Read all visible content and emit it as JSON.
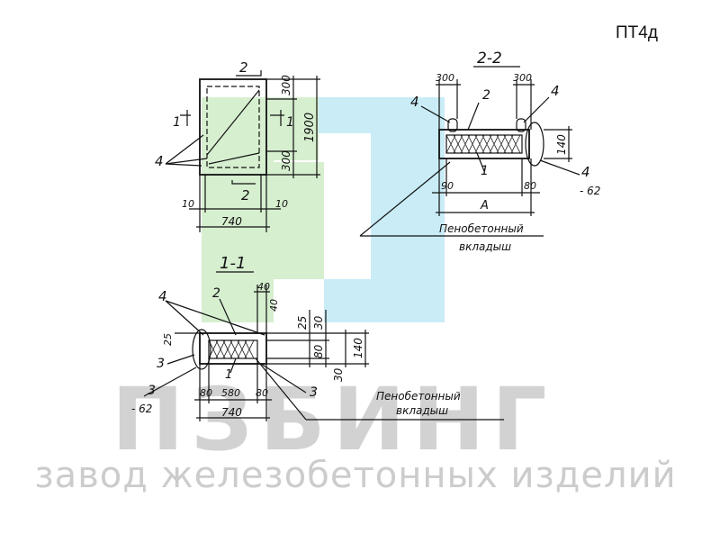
{
  "drawing": {
    "code": "ПТ4д",
    "watermark": {
      "brand": "ПЗБИНГ",
      "subtitle": "завод железобетонных изделий",
      "colors": {
        "green": "#d6efcf",
        "blue": "#c9ecf7",
        "text": "#d2d2d2"
      }
    },
    "plan": {
      "section_marks": [
        "2",
        "2",
        "1",
        "1"
      ],
      "dims": {
        "top_right": "300",
        "bottom_right": "300",
        "height": "1900",
        "left_edge": "10",
        "right_edge": "10",
        "width": "740"
      },
      "leader": "4"
    },
    "section_2_2": {
      "title": "2-2",
      "dims": {
        "left_top": "300",
        "right_top": "300",
        "height": "140",
        "left_bottom": "90",
        "right_bottom": "80",
        "length": "А",
        "hook": "- 62"
      },
      "leaders": [
        "4",
        "2",
        "4",
        "1",
        "4"
      ],
      "insert_label": [
        "Пенобетонный",
        "вкладыш"
      ]
    },
    "section_1_1": {
      "title": "1-1",
      "dims": {
        "top_a": "40",
        "top_b": "40",
        "left": "25",
        "right_a": "25",
        "right_b": "30",
        "right_c": "80",
        "right_d": "30",
        "total": "140",
        "bottom_a": "80",
        "bottom_b": "580",
        "bottom_c": "80",
        "width": "740",
        "hook": "- 62"
      },
      "leaders": [
        "4",
        "2",
        "3",
        "1",
        "3",
        "3"
      ],
      "insert_label": [
        "Пенобетонный",
        "вкладыш"
      ]
    }
  }
}
